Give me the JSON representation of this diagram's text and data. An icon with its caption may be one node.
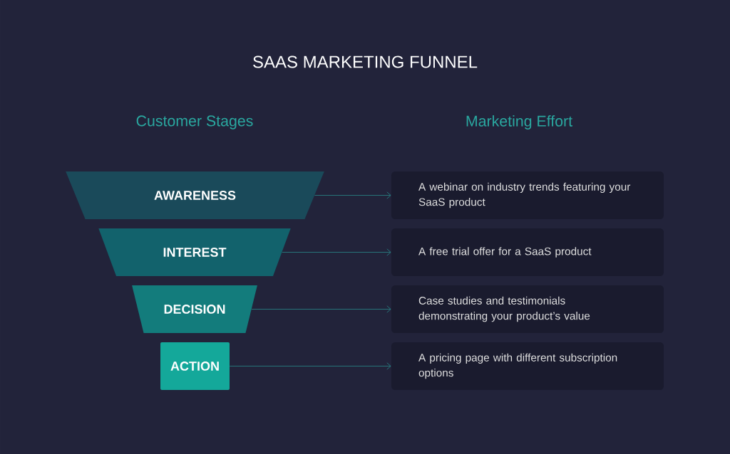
{
  "diagram": {
    "title": "SAAS MARKETING FUNNEL",
    "nodes": [
      {
        "text": [
          "AWARENESS"
        ]
      },
      {
        "text": [
          "INTEREST"
        ]
      },
      {
        "text": [
          "DECISION"
        ]
      },
      {
        "text": [
          "ACTION"
        ]
      },
      {
        "text": [
          "A webinar on industry trends featuring your SaaS product"
        ]
      },
      {
        "text": [
          "A free trial offer for a SaaS product"
        ]
      },
      {
        "text": [
          "Case studies and testimonials demonstrating your product’s value"
        ]
      },
      {
        "text": [
          "A pricing page with different subscription options"
        ]
      }
    ],
    "edges": [
      {
        "from": 0,
        "to": 4,
        "arrow": "to"
      },
      {
        "from": 1,
        "to": 5,
        "arrow": "to"
      },
      {
        "from": 2,
        "to": 6,
        "arrow": "to"
      },
      {
        "from": 3,
        "to": 7,
        "arrow": "to"
      }
    ],
    "labels": [
      "Customer Stages",
      "Marketing Effort"
    ]
  }
}
